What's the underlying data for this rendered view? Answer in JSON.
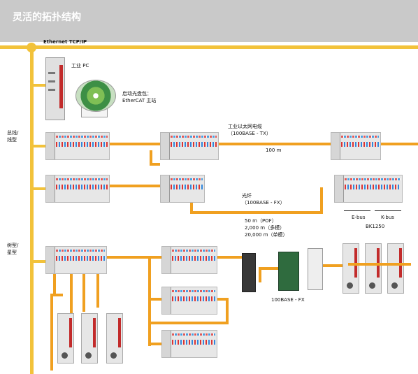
{
  "header": {
    "title": "灵活的拓扑结构"
  },
  "labels": {
    "ethernet": "Ethernet TCP/IP",
    "industrial_pc": "工业 PC",
    "cd_line1": "启动光盘包：",
    "cd_line2": "EtherCAT 主站",
    "topology_line": "总线/线型",
    "topology_line_1": "总线/",
    "topology_line_2": "线型",
    "topology_tree_1": "树型/",
    "topology_tree_2": "星型",
    "cable_line1": "工业以太网电缆",
    "cable_line2": "（100BASE - TX）",
    "distance_100m": "100 m",
    "fiber_line1": "光纤",
    "fiber_line2": "（100BASE - FX）",
    "fiber_dist1": "50 m（POF）",
    "fiber_dist2": "2,000 m（多模）",
    "fiber_dist3": "20,000 m（单模）",
    "ebus": "E-bus",
    "kbus": "K-bus",
    "bk1250": "BK1250",
    "fx_label": "100BASE - FX"
  },
  "colors": {
    "bus": "#f2c23a",
    "cable": "#f0a020",
    "header": "#c9c9c9",
    "drive_accent": "#c22b2b"
  },
  "icons": [
    "industrial-pc-icon",
    "cd-icon",
    "io-station-icon",
    "servo-drive-icon",
    "io-box-icon"
  ]
}
